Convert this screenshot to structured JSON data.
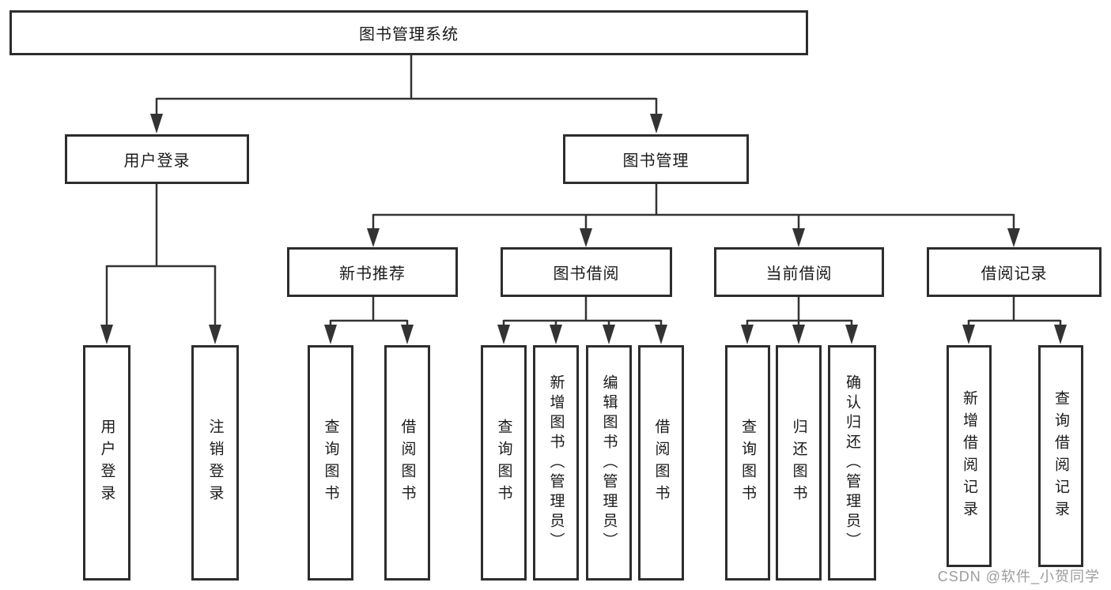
{
  "diagram": {
    "type": "tree-structure-chart",
    "root": {
      "label": "图书管理系统"
    },
    "level2": {
      "user_login": {
        "label": "用户登录"
      },
      "book_mgmt": {
        "label": "图书管理"
      }
    },
    "level3": {
      "new_book": {
        "label": "新书推荐",
        "parent": "图书管理"
      },
      "book_borrow": {
        "label": "图书借阅",
        "parent": "图书管理"
      },
      "current_borrow": {
        "label": "当前借阅",
        "parent": "图书管理"
      },
      "borrow_record": {
        "label": "借阅记录",
        "parent": "图书管理"
      }
    },
    "leaves": [
      {
        "label": "用户登录",
        "parent": "用户登录"
      },
      {
        "label": "注销登录",
        "parent": "用户登录"
      },
      {
        "label": "查询图书",
        "parent": "新书推荐"
      },
      {
        "label": "借阅图书",
        "parent": "新书推荐"
      },
      {
        "label": "查询图书",
        "parent": "图书借阅"
      },
      {
        "label": "新增图书（管理员）",
        "parent": "图书借阅"
      },
      {
        "label": "编辑图书（管理员）",
        "parent": "图书借阅"
      },
      {
        "label": "借阅图书",
        "parent": "图书借阅"
      },
      {
        "label": "查询图书",
        "parent": "当前借阅"
      },
      {
        "label": "归还图书",
        "parent": "当前借阅"
      },
      {
        "label": "确认归还（管理员）",
        "parent": "当前借阅"
      },
      {
        "label": "新增借阅记录",
        "parent": "借阅记录"
      },
      {
        "label": "查询借阅记录",
        "parent": "借阅记录"
      }
    ],
    "colors": {
      "line": "#333333",
      "box_border": "#2d2d2d",
      "box_fill": "#ffffff",
      "text": "#1a1a1a",
      "watermark": "#9c9c9c",
      "background": "#ffffff"
    }
  },
  "watermark": {
    "text": "CSDN @软件_小贺同学"
  }
}
